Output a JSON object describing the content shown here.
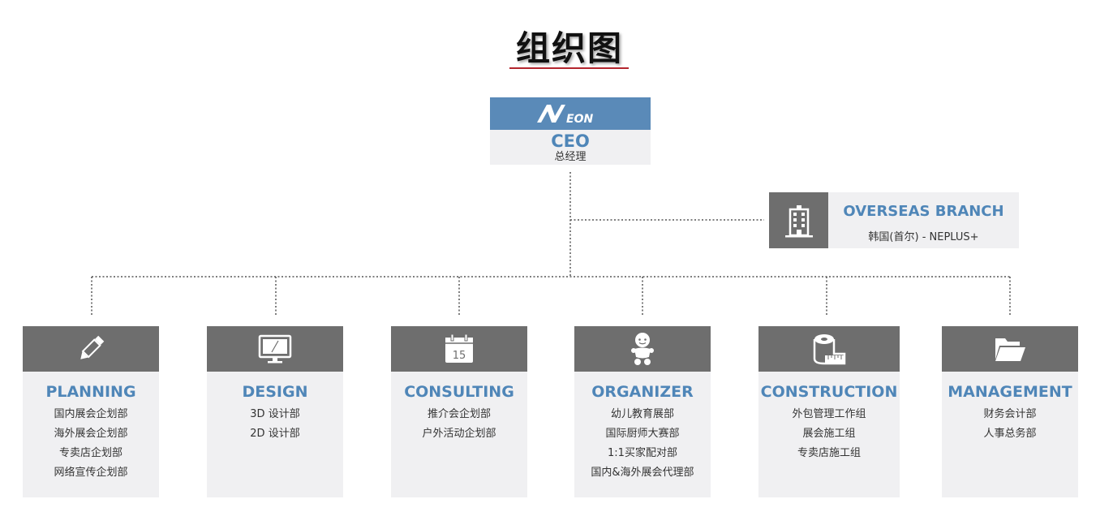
{
  "title": "组织图",
  "colors": {
    "accent_blue": "#4f86b8",
    "header_blue": "#5a8ab8",
    "header_gray": "#6e6e6e",
    "box_bg": "#f0f0f2",
    "underline_red": "#b3262e"
  },
  "ceo": {
    "logo_text": "NEON",
    "title": "CEO",
    "subtitle": "总经理"
  },
  "overseas": {
    "icon": "building-icon",
    "title": "OVERSEAS BRANCH",
    "subtitle": "韩国(首尔) - NEPLUS+"
  },
  "departments": [
    {
      "icon": "pencil-icon",
      "name": "PLANNING",
      "items": [
        "国内展会企划部",
        "海外展会企划部",
        "专卖店企划部",
        "网络宣传企划部"
      ]
    },
    {
      "icon": "monitor-icon",
      "name": "DESIGN",
      "items": [
        "3D 设计部",
        "2D 设计部"
      ]
    },
    {
      "icon": "calendar-icon",
      "calendar_day": "15",
      "name": "CONSULTING",
      "items": [
        "推介会企划部",
        "户外活动企划部"
      ]
    },
    {
      "icon": "baby-icon",
      "name": "ORGANIZER",
      "items": [
        "幼儿教育展部",
        "国际厨师大赛部",
        "1:1买家配对部",
        "国内&海外展会代理部"
      ]
    },
    {
      "icon": "tape-measure-icon",
      "name": "CONSTRUCTION",
      "items": [
        "外包管理工作组",
        "展会施工组",
        "专卖店施工组"
      ]
    },
    {
      "icon": "folder-icon",
      "name": "MANAGEMENT",
      "items": [
        "财务会计部",
        "人事总务部"
      ]
    }
  ]
}
